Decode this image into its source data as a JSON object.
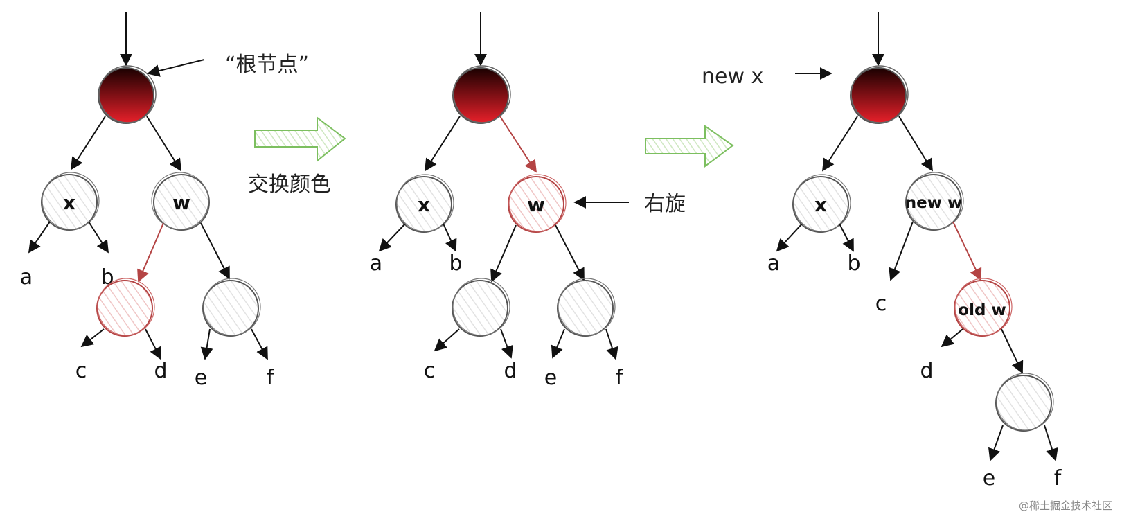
{
  "panels": [
    {
      "nodes": {
        "root": {
          "label": ""
        },
        "x": {
          "label": "x"
        },
        "w": {
          "label": "w"
        },
        "red_child": {
          "label": ""
        },
        "gray_child": {
          "label": ""
        }
      },
      "leaves": {
        "a": "a",
        "b": "b",
        "c": "c",
        "d": "d",
        "e": "e",
        "f": "f"
      }
    },
    {
      "nodes": {
        "root": {
          "label": ""
        },
        "x": {
          "label": "x"
        },
        "w": {
          "label": "w"
        },
        "c_node": {
          "label": ""
        },
        "e_node": {
          "label": ""
        }
      },
      "leaves": {
        "a": "a",
        "b": "b",
        "c": "c",
        "d": "d",
        "e": "e",
        "f": "f"
      }
    },
    {
      "nodes": {
        "root": {
          "label": ""
        },
        "x": {
          "label": "x"
        },
        "new_w": {
          "label": "new w"
        },
        "old_w": {
          "label": "old w"
        },
        "bottom": {
          "label": ""
        }
      },
      "leaves": {
        "a": "a",
        "b": "b",
        "c": "c",
        "d": "d",
        "e": "e",
        "f": "f"
      }
    }
  ],
  "annotations": {
    "root_note": "“根节点”",
    "swap_colors": "交换颜色",
    "rotate_right": "右旋",
    "new_x": "new x"
  },
  "colors": {
    "red_node_top": "#1a0000",
    "red_node_bottom": "#e8202a",
    "red_outline": "#b44444",
    "gray_outline": "#555555",
    "arrow_black": "#111111",
    "arrow_red": "#b44444",
    "big_arrow": "#7cbf5f"
  },
  "watermark": "@稀土掘金技术社区"
}
